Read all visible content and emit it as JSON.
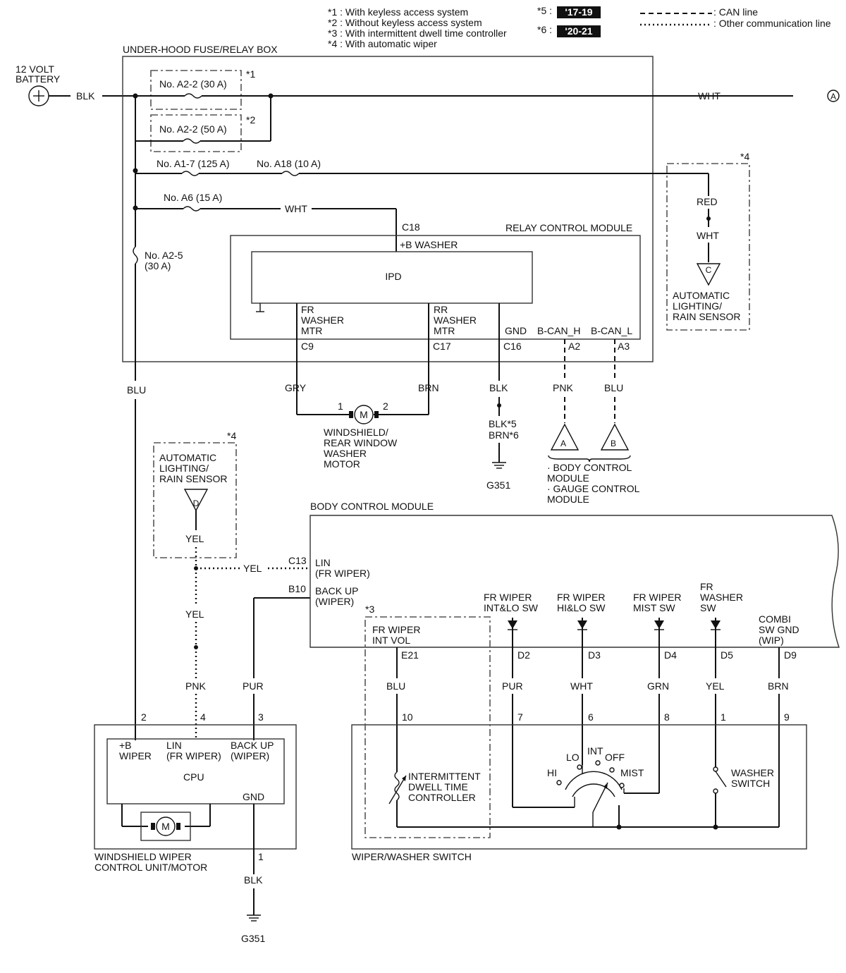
{
  "legend": {
    "note1": "*1 : With keyless access system",
    "note2": "*2 : Without keyless access system",
    "note3": "*3 : With intermittent dwell time controller",
    "note4": "*4 : With automatic wiper",
    "note5_label": "*5 :",
    "note5_value": "'17-19",
    "note6_label": "*6 :",
    "note6_value": "'20-21",
    "can_line": ": CAN line",
    "other_line": ": Other communication line"
  },
  "battery": {
    "label1": "12 VOLT",
    "label2": "BATTERY"
  },
  "fusebox": {
    "title": "UNDER-HOOD FUSE/RELAY BOX",
    "fuse_a2_2_30": "No. A2-2 (30 A)",
    "fuse_a2_2_50": "No. A2-2 (50 A)",
    "fuse_a1_7": "No. A1-7 (125 A)",
    "fuse_a18": "No. A18 (10 A)",
    "fuse_a6": "No. A6 (15 A)",
    "fuse_a2_5_1": "No. A2-5",
    "fuse_a2_5_2": "(30 A)",
    "mark1": "*1",
    "mark2": "*2"
  },
  "relay_module": {
    "title": "RELAY CONTROL MODULE",
    "b_washer": "+B WASHER",
    "ipd": "IPD",
    "fr_washer": [
      "FR",
      "WASHER",
      "MTR"
    ],
    "rr_washer": [
      "RR",
      "WASHER",
      "MTR"
    ],
    "gnd": "GND",
    "bcan_h": "B-CAN_H",
    "bcan_l": "B-CAN_L",
    "c18": "C18",
    "c9": "C9",
    "c17": "C17",
    "c16": "C16",
    "a2": "A2",
    "a3": "A3"
  },
  "wires": {
    "blk": "BLK",
    "wht": "WHT",
    "wht2": "WHT",
    "red": "RED",
    "wht3": "WHT",
    "blu": "BLU",
    "gry": "GRY",
    "brn": "BRN",
    "blk2": "BLK",
    "pnk": "PNK",
    "blu2": "BLU",
    "blk_brn_1": "BLK*5",
    "blk_brn_2": "BRN*6",
    "yel1": "YEL",
    "yel2": "YEL",
    "yel3": "YEL",
    "pnk2": "PNK",
    "pur": "PUR",
    "blu3": "BLU",
    "pur2": "PUR",
    "wht4": "WHT",
    "grn": "GRN",
    "yel4": "YEL",
    "brn2": "BRN",
    "blk3": "BLK"
  },
  "connector_a": "A",
  "rain_sensor_c": {
    "mark": "*4",
    "lines": [
      "AUTOMATIC",
      "LIGHTING/",
      "RAIN SENSOR"
    ],
    "symbol": "C"
  },
  "rain_sensor_d": {
    "mark": "*4",
    "lines": [
      "AUTOMATIC",
      "LIGHTING/",
      "RAIN SENSOR"
    ],
    "symbol": "D"
  },
  "washer_motor": {
    "pin1": "1",
    "pin2": "2",
    "symbol": "M",
    "lines": [
      "WINDSHIELD/",
      "REAR WINDOW",
      "WASHER",
      "MOTOR"
    ]
  },
  "ground1": "G351",
  "ground2": "G351",
  "can_targets": {
    "a": "A",
    "b": "B",
    "lines": [
      "· BODY CONTROL",
      "MODULE",
      "· GAUGE CONTROL",
      "MODULE"
    ]
  },
  "bcm": {
    "title": "BODY CONTROL MODULE",
    "c13": "C13",
    "lin": "LIN",
    "lin2": "(FR WIPER)",
    "b10": "B10",
    "backup": "BACK UP",
    "backup2": "(WIPER)",
    "int_vol": [
      "FR WIPER",
      "INT VOL"
    ],
    "int_lo": [
      "FR WIPER",
      "INT&LO SW"
    ],
    "hi_lo": [
      "FR WIPER",
      "HI&LO SW"
    ],
    "mist": [
      "FR WIPER",
      "MIST SW"
    ],
    "washer": [
      "FR",
      "WASHER",
      "SW"
    ],
    "combi": [
      "COMBI",
      "SW GND",
      "(WIP)"
    ],
    "e21": "E21",
    "d2": "D2",
    "d3": "D3",
    "d4": "D4",
    "d5": "D5",
    "d9": "D9",
    "mark3": "*3"
  },
  "wiper_motor": {
    "pin2": "2",
    "pin4": "4",
    "pin3": "3",
    "pin1": "1",
    "b_wiper": [
      "+B",
      "WIPER"
    ],
    "lin": [
      "LIN",
      "(FR WIPER)"
    ],
    "backup": [
      "BACK UP",
      "(WIPER)"
    ],
    "cpu": "CPU",
    "gnd": "GND",
    "symbol": "M",
    "title": [
      "WINDSHIELD WIPER",
      "CONTROL UNIT/MOTOR"
    ]
  },
  "switch": {
    "pin10": "10",
    "pin7": "7",
    "pin6": "6",
    "pin8": "8",
    "pin1": "1",
    "pin9": "9",
    "idt": [
      "INTERMITTENT",
      "DWELL TIME",
      "CONTROLLER"
    ],
    "hi": "HI",
    "lo": "LO",
    "int": "INT",
    "off": "OFF",
    "mist": "MIST",
    "washer": [
      "WASHER",
      "SWITCH"
    ],
    "title": "WIPER/WASHER SWITCH"
  }
}
